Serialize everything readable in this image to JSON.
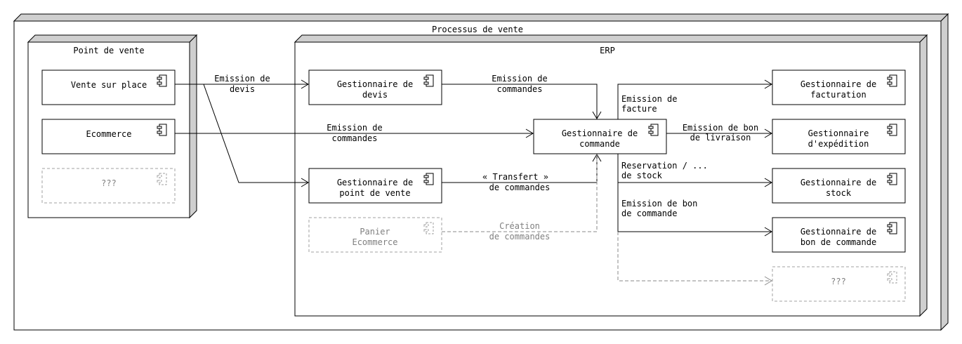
{
  "colors": {
    "line": "#000000",
    "ghost": "#8a8a8a",
    "node_side": "#cfcfcf"
  },
  "outer": {
    "title": "Processus de vente"
  },
  "point_de_vente": {
    "title": "Point de vente",
    "vente_sur_place": "Vente sur place",
    "ecommerce": "Ecommerce",
    "unknown": "???"
  },
  "erp": {
    "title": "ERP",
    "gest_devis": [
      "Gestionnaire de",
      "devis"
    ],
    "gest_pdv": [
      "Gestionnaire de",
      "point de vente"
    ],
    "panier": [
      "Panier",
      "Ecommerce"
    ],
    "gest_commande": [
      "Gestionnaire de",
      "commande"
    ],
    "gest_facturation": [
      "Gestionnaire de",
      "facturation"
    ],
    "gest_expedition": [
      "Gestionnaire",
      "d'expédition"
    ],
    "gest_stock": [
      "Gestionnaire de",
      "stock"
    ],
    "gest_bon_commande": [
      "Gestionnaire de",
      "bon de commande"
    ],
    "unknown": "???"
  },
  "edges": {
    "emission_devis": [
      "Emission de",
      "devis"
    ],
    "emission_commandes_1": [
      "Emission de",
      "commandes"
    ],
    "emission_commandes_2": [
      "Emission de",
      "commandes"
    ],
    "transfert": [
      "« Transfert »",
      "de commandes"
    ],
    "creation": [
      "Création",
      "de commandes"
    ],
    "emission_facture": [
      "Emission de",
      "facture"
    ],
    "emission_bon_livraison": [
      "Emission de bon",
      "de livraison"
    ],
    "reservation": [
      "Reservation / ...",
      "de stock"
    ],
    "emission_bon_commande": [
      "Emission de bon",
      "de commande"
    ]
  }
}
